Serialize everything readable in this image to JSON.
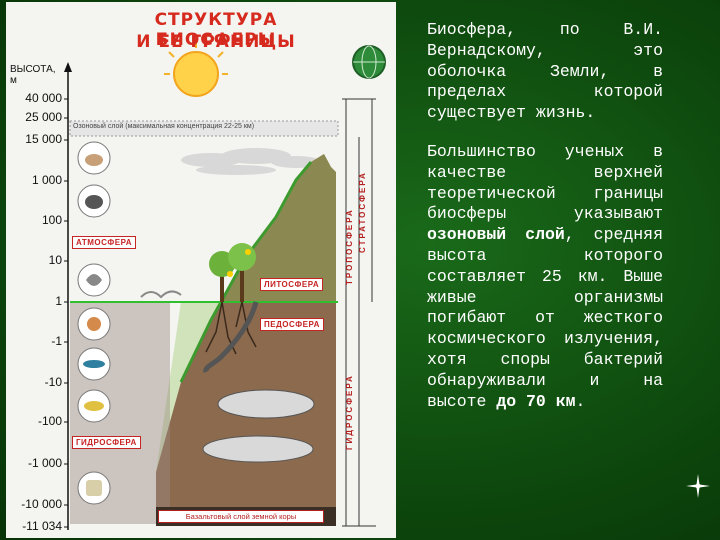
{
  "diagram": {
    "title_line1": "СТРУКТУРА   БИОСФЕРЫ",
    "title_line2": "И    ЕЕ    ГРАНИЦЫ",
    "y_axis_label": "ВЫСОТА,\nм",
    "ticks": [
      "40 000",
      "25 000",
      "15 000",
      "1 000",
      "100",
      "10",
      "1",
      "-1",
      "-10",
      "-100",
      "-1 000",
      "-10 000",
      "-11 034"
    ],
    "ozone_label": "Озоновый слой (максимальная концентрация 22-25 км)",
    "bottom_label": "Базальтовый слой земной коры",
    "tags": {
      "atmosphere": "АТМОСФЕРА",
      "lithosphere": "ЛИТОСФЕРА",
      "pedosphere": "ПЕДОСФЕРА",
      "hydrosphere": "ГИДРОСФЕРА"
    },
    "zones": {
      "troposphere": "ТРОПОСФЕРА",
      "stratosphere": "СТРАТОСФЕРА",
      "hydrosphere_vert": "ГИДРОСФЕРА"
    }
  },
  "text": {
    "p1": "Биосфера, по В.И. Вернадскому, это оболочка Земли, в пределах которой существует жизнь.",
    "p2_a": "Большинство ученых в качестве верхней теоретической границы биосферы указывают ",
    "p2_bold1": "озоновый слой",
    "p2_b": ", средняя высота которого составляет 25 км. Выше живые организмы погибают от жесткого космического излучения, хотя споры бактерий обнаруживали и на высоте ",
    "p2_bold2": "до 70 км",
    "p2_c": "."
  },
  "colors": {
    "background": "#0e4a0e",
    "title_red": "#d62a1e",
    "text": "#ffffff",
    "ground": "#8b6a4e",
    "water": "#9b8a82",
    "boundary_green": "#2fbf2f"
  }
}
